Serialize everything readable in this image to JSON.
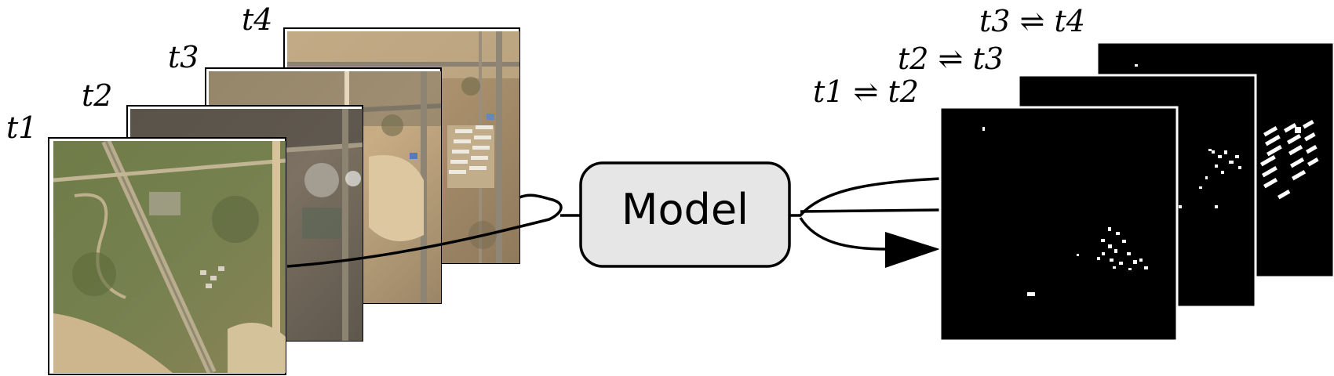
{
  "inputs": {
    "frames": [
      {
        "label": "t1",
        "tone": "vegetated"
      },
      {
        "label": "t2",
        "tone": "dark"
      },
      {
        "label": "t3",
        "tone": "sandy"
      },
      {
        "label": "t4",
        "tone": "built"
      }
    ]
  },
  "model": {
    "label": "Model",
    "fill": "#e6e6e6"
  },
  "outputs": {
    "maps": [
      {
        "label": "t1 ⇌ t2"
      },
      {
        "label": "t2 ⇌ t3"
      },
      {
        "label": "t3 ⇌ t4"
      }
    ]
  },
  "colors": {
    "edge": "#000000",
    "frame_border": "#ffffff",
    "mask_background": "#000000",
    "mask_change": "#ffffff"
  }
}
